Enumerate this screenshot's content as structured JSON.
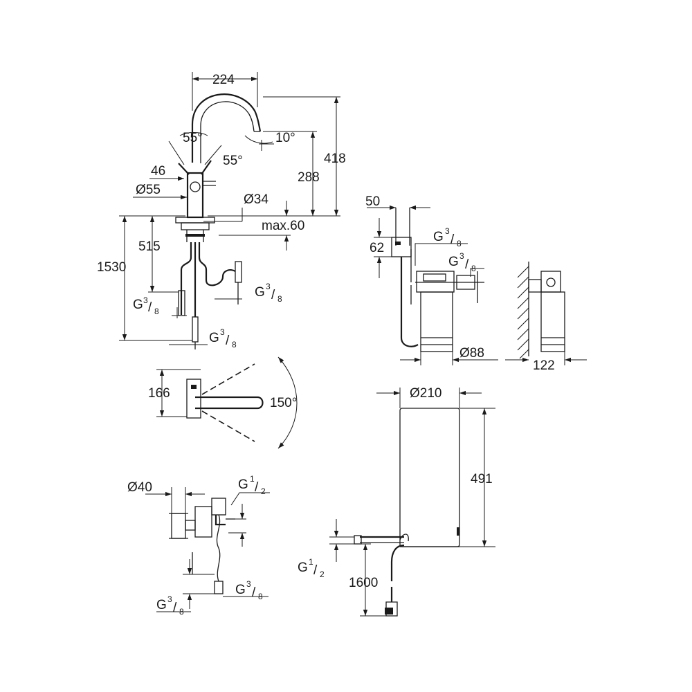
{
  "dimensions": {
    "spout_reach": "224",
    "handle_angle_left": "55°",
    "handle_angle_right": "55°",
    "spout_tilt": "10°",
    "total_height": "418",
    "spout_height": "288",
    "lever_offset": "46",
    "body_diameter": "Ø55",
    "mount_hole": "Ø34",
    "max_deck": "max.60",
    "supply_length": "515",
    "hose_length": "1530",
    "swivel_angle": "150°",
    "spout_depth": "166",
    "filter_width": "50",
    "filter_head_height": "62",
    "filter_diameter": "Ø88",
    "wall_clearance": "122",
    "boiler_diameter": "Ø210",
    "boiler_height": "491",
    "valve_diameter": "Ø40",
    "cable_length": "1600"
  },
  "threads": {
    "g": "G",
    "three": "3",
    "eight": "8",
    "one": "1",
    "two": "2",
    "slash": "/"
  },
  "colors": {
    "line": "#1a1a1a",
    "background": "#ffffff"
  }
}
